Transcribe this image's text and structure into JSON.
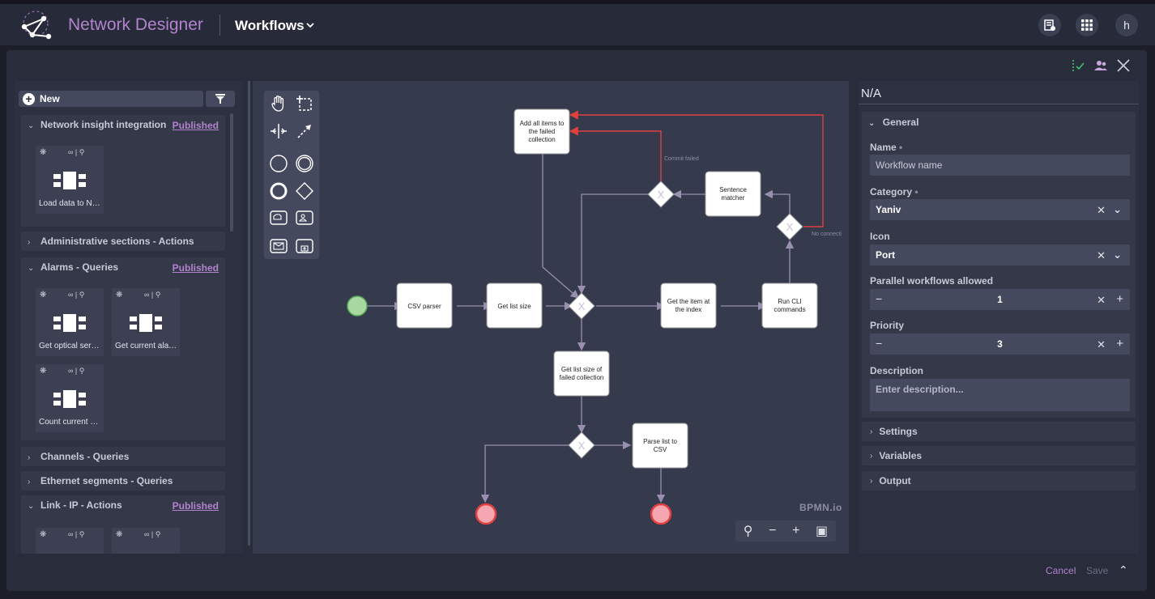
{
  "header": {
    "app_title": "Network Designer",
    "module": "Workflows",
    "avatar_letter": "h"
  },
  "palette": {
    "new_label": "New",
    "sections": [
      {
        "name": "Network insight integration",
        "status": "Published",
        "cards": [
          "Load data to Net..."
        ]
      },
      {
        "name": "Administrative sections - Actions"
      },
      {
        "name": "Alarms - Queries",
        "status": "Published",
        "cards": [
          "Get optical servic...",
          "Get current alarms",
          "Count current al..."
        ]
      },
      {
        "name": "Channels - Queries"
      },
      {
        "name": "Ethernet segments - Queries"
      },
      {
        "name": "Link - IP - Actions",
        "status": "Published"
      }
    ]
  },
  "diagram": {
    "tasks": {
      "csv_parser": "CSV parser",
      "get_list_size": "Get list size",
      "get_item_line1": "Get the item at",
      "get_item_line2": "the index",
      "run_cli_line1": "Run CLI",
      "run_cli_line2": "commands",
      "sentence_line1": "Sentence",
      "sentence_line2": "matcher",
      "add_all_line1": "Add all items to",
      "add_all_line2": "the failed",
      "add_all_line3": "collection",
      "get_failed_line1": "Get list size of",
      "get_failed_line2": "failed collection",
      "parse_line1": "Parse list to",
      "parse_line2": "CSV"
    },
    "labels": {
      "commit_failed": "Commit failed",
      "no_connection": "No connecti"
    },
    "watermark": "BPMN.io"
  },
  "properties": {
    "title": "N/A",
    "general_label": "General",
    "name_label": "Name",
    "name_placeholder": "Workflow name",
    "category_label": "Category",
    "category_value": "Yaniv",
    "icon_label": "Icon",
    "icon_value": "Port",
    "parallel_label": "Parallel workflows allowed",
    "parallel_value": "1",
    "priority_label": "Priority",
    "priority_value": "3",
    "description_label": "Description",
    "description_placeholder": "Enter description...",
    "sections": [
      "Settings",
      "Variables",
      "Output"
    ]
  },
  "footer": {
    "cancel": "Cancel",
    "save": "Save"
  },
  "colors": {
    "accent": "#b184cd",
    "start_event": "#a8d8a0",
    "end_event": "#f4a7b0",
    "error_flow": "#e04040"
  }
}
